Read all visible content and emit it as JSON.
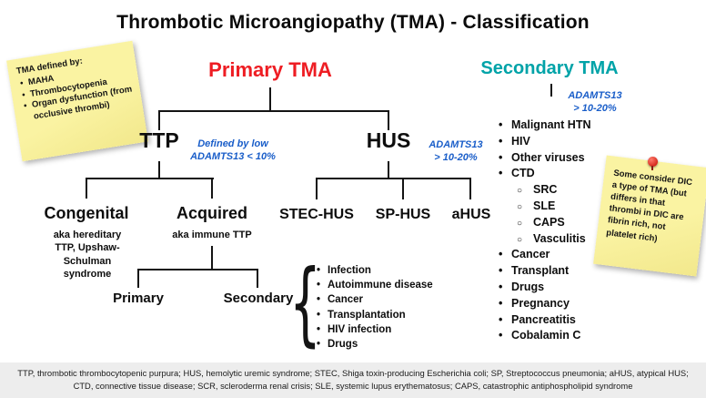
{
  "title": "Thrombotic Microangiopathy (TMA) - Classification",
  "colors": {
    "primary_heading": "#ee1d23",
    "secondary_heading": "#00a3a8",
    "note_blue": "#1a5ec9",
    "sticky_yellow": "#faf3a2",
    "footer_bg": "#ededed"
  },
  "sticky_left": {
    "heading": "TMA defined by:",
    "items": [
      "MAHA",
      "Thrombocytopenia",
      "Organ dysfunction (from occlusive thrombi)"
    ]
  },
  "primary_tma": {
    "heading": "Primary TMA",
    "ttp": {
      "label": "TTP",
      "note_line1": "Defined by low",
      "note_line2": "ADAMTS13 < 10%",
      "congenital": {
        "label": "Congenital",
        "subtext": "aka hereditary TTP, Upshaw-Schulman syndrome"
      },
      "acquired": {
        "label": "Acquired",
        "subtext": "aka immune TTP",
        "primary_label": "Primary",
        "secondary_label": "Secondary",
        "secondary_causes": [
          "Infection",
          "Autoimmune disease",
          "Cancer",
          "Transplantation",
          "HIV infection",
          "Drugs"
        ]
      }
    },
    "hus": {
      "label": "HUS",
      "note_line1": "ADAMTS13",
      "note_line2": "> 10-20%",
      "children": [
        "STEC-HUS",
        "SP-HUS",
        "aHUS"
      ]
    }
  },
  "secondary_tma": {
    "heading": "Secondary TMA",
    "note_line1": "ADAMTS13",
    "note_line2": "> 10-20%",
    "items": [
      {
        "label": "Malignant HTN",
        "level": 1
      },
      {
        "label": "HIV",
        "level": 1
      },
      {
        "label": "Other viruses",
        "level": 1
      },
      {
        "label": "CTD",
        "level": 1
      },
      {
        "label": "SRC",
        "level": 2
      },
      {
        "label": "SLE",
        "level": 2
      },
      {
        "label": "CAPS",
        "level": 2
      },
      {
        "label": "Vasculitis",
        "level": 2
      },
      {
        "label": "Cancer",
        "level": 1
      },
      {
        "label": "Transplant",
        "level": 1
      },
      {
        "label": "Drugs",
        "level": 1
      },
      {
        "label": "Pregnancy",
        "level": 1
      },
      {
        "label": "Pancreatitis",
        "level": 1
      },
      {
        "label": "Cobalamin C",
        "level": 1
      }
    ]
  },
  "sticky_right": {
    "text": "Some consider DIC a type of TMA (but differs in that thrombi in DIC are fibrin rich, not platelet rich)"
  },
  "footer": "TTP, thrombotic thrombocytopenic purpura; HUS, hemolytic uremic syndrome; STEC, Shiga toxin-producing Escherichia coli; SP, Streptococcus pneumonia; aHUS, atypical HUS; CTD, connective tissue disease; SCR, scleroderma renal crisis; SLE, systemic lupus erythematosus; CAPS, catastrophic antiphospholipid syndrome"
}
